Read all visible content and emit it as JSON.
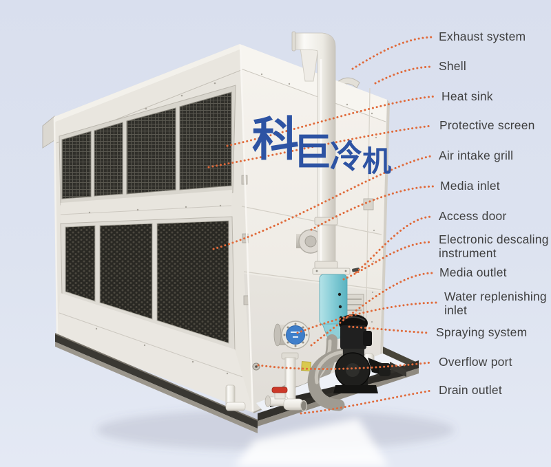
{
  "title": "Closed cooling tower labeled parts diagram",
  "colors": {
    "background": "#dde3ef",
    "leader_dots": "#e06a3a",
    "label_text": "#3f3f3f",
    "brand_blue": "#2d53a3",
    "descaler_cyan": "#7ecad4",
    "valve_red": "#c83a28",
    "mesh_dark": "#302f2a",
    "honeycomb_dark": "#292823"
  },
  "brand": {
    "chars": [
      "科",
      "巨",
      "冷",
      "机"
    ]
  },
  "labels": [
    {
      "text": "Exhaust system"
    },
    {
      "text": "Shell"
    },
    {
      "text": "Heat sink"
    },
    {
      "text": "Protective screen"
    },
    {
      "text": "Air intake grill"
    },
    {
      "text": "Media inlet"
    },
    {
      "text": "Access door"
    },
    {
      "text": "Electronic descaling instrument"
    },
    {
      "text": "Media outlet"
    },
    {
      "text": "Water replenishing inlet"
    },
    {
      "text": "Spraying system"
    },
    {
      "text": "Overflow port"
    },
    {
      "text": "Drain outlet"
    }
  ]
}
